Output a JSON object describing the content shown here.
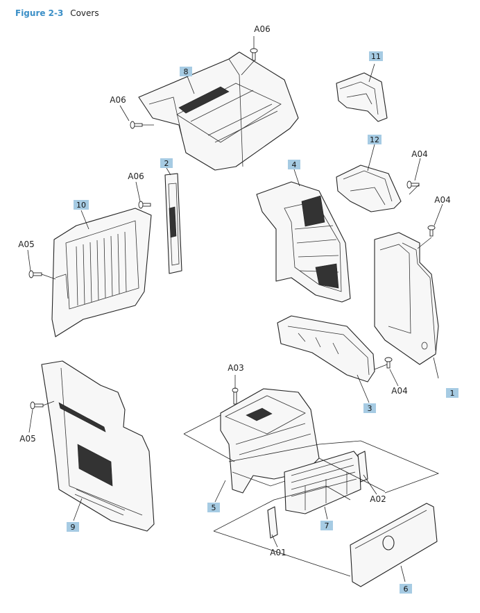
{
  "figure": {
    "label": "Figure 2-3",
    "title": "Covers"
  },
  "callouts": {
    "c1": "1",
    "c2": "2",
    "c3": "3",
    "c4": "4",
    "c5": "5",
    "c6": "6",
    "c7": "7",
    "c8": "8",
    "c9": "9",
    "c10": "10",
    "c11": "11",
    "c12": "12"
  },
  "refs": {
    "a06_top": "A06",
    "a06_left": "A06",
    "a06_mid": "A06",
    "a05_left": "A05",
    "a05_bottom": "A05",
    "a04_top": "A04",
    "a04_right": "A04",
    "a04_bottom": "A04",
    "a03": "A03",
    "a02": "A02",
    "a01": "A01"
  },
  "colors": {
    "figure_label": "#3b8fc7",
    "callout_fill": "#a6cbe3"
  }
}
